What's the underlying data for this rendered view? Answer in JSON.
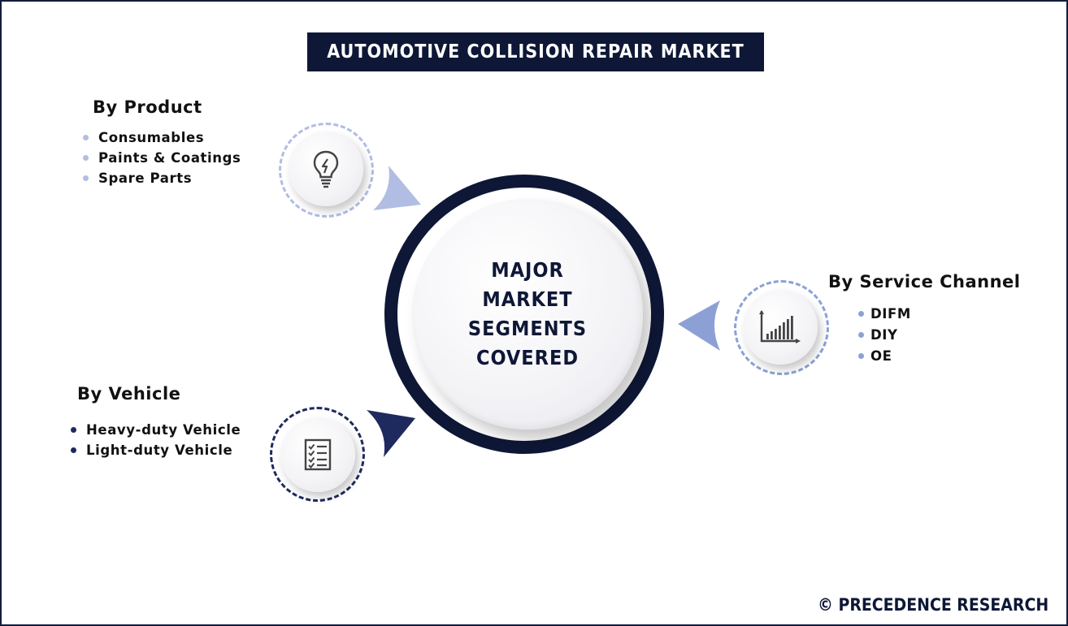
{
  "title": "AUTOMOTIVE COLLISION REPAIR MARKET",
  "center": {
    "lines": [
      "MAJOR",
      "MARKET",
      "SEGMENTS",
      "COVERED"
    ]
  },
  "segments": {
    "product": {
      "title": "By Product",
      "items": [
        "Consumables",
        "Paints & Coatings",
        "Spare Parts"
      ],
      "icon": "lightbulb-icon",
      "color": "#b1bde3"
    },
    "vehicle": {
      "title": "By Vehicle",
      "items": [
        "Heavy-duty Vehicle",
        "Light-duty Vehicle"
      ],
      "icon": "checklist-icon",
      "color": "#1e2a5e"
    },
    "service": {
      "title": "By Service Channel",
      "items": [
        "DIFM",
        "DIY",
        "OE"
      ],
      "icon": "bar-chart-icon",
      "color": "#8da0d6"
    }
  },
  "footer": "© PRECEDENCE RESEARCH",
  "colors": {
    "navy": "#0e1736",
    "light_blue": "#b1bde3",
    "mid_blue": "#8da0d6",
    "dark_blue": "#1e2a5e"
  }
}
